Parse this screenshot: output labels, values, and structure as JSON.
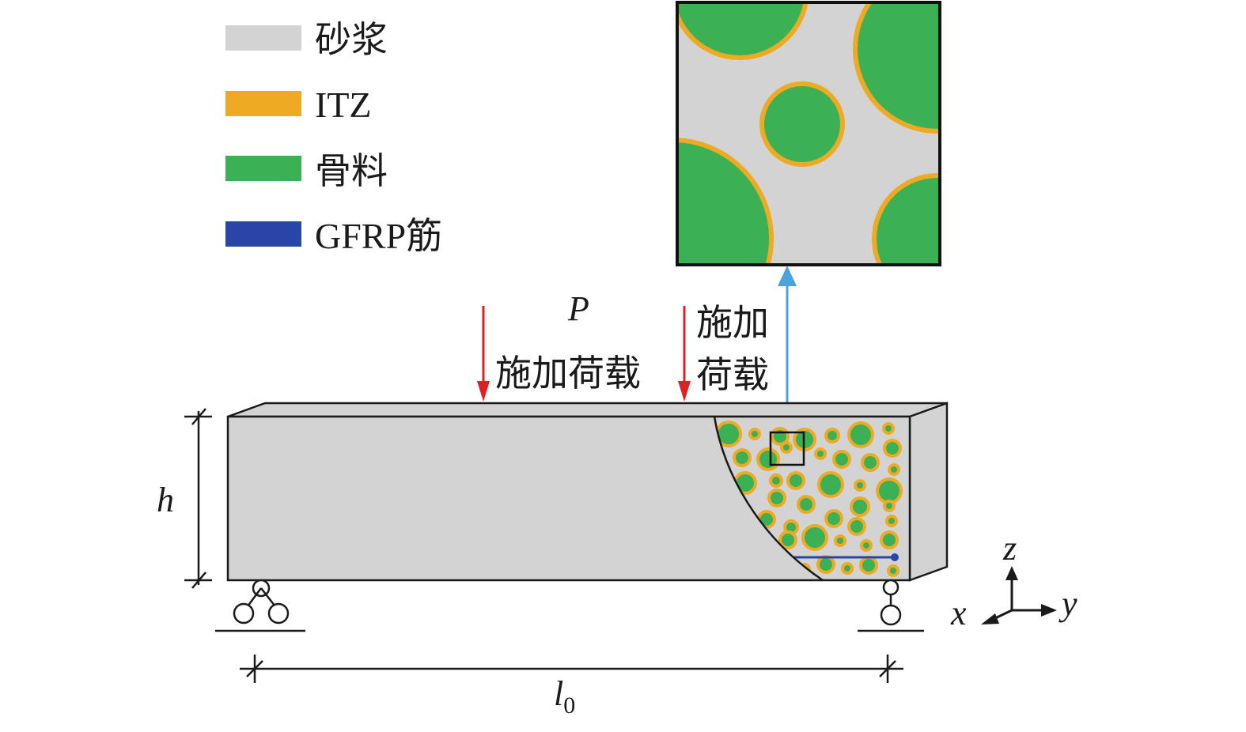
{
  "colors": {
    "mortar": "#d3d3d3",
    "itz": "#eeaa22",
    "aggregate": "#3cb054",
    "gfrp": "#2846a8",
    "load_arrow": "#e02020",
    "zoom_arrow": "#4aa3dd",
    "outline": "#1a1a1a"
  },
  "legend": [
    {
      "label": "砂浆",
      "color_key": "mortar"
    },
    {
      "label": "ITZ",
      "color_key": "itz"
    },
    {
      "label": "骨料",
      "color_key": "aggregate"
    },
    {
      "label": "GFRP筋",
      "color_key": "gfrp"
    }
  ],
  "load": {
    "symbol": "P",
    "left_label": "施加荷载",
    "right_label_line1": "施加",
    "right_label_line2": "荷载"
  },
  "dimensions": {
    "height_symbol": "h",
    "span_symbol": "l",
    "span_subscript": "0"
  },
  "axes": {
    "x": "x",
    "y": "y",
    "z": "z"
  }
}
